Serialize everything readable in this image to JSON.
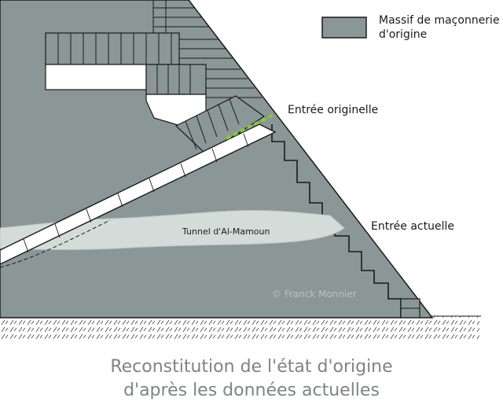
{
  "legend": {
    "line1": "Massif de maçonnerie",
    "line2": "d'origine"
  },
  "labels": {
    "entree_originelle": "Entrée originelle",
    "entree_actuelle": "Entrée actuelle",
    "tunnel": "Tunnel d'Al-Mamoun",
    "copyright": "© Franck Monnier"
  },
  "caption": {
    "line1": "Reconstitution de l'état d'origine",
    "line2": "d'après les données actuelles"
  },
  "colors": {
    "masonry": "#8a9796",
    "tunnel": "#d4dcda",
    "outline": "#1a1a1a",
    "accent_green": "#8cc63f",
    "caption": "#7d8583"
  }
}
